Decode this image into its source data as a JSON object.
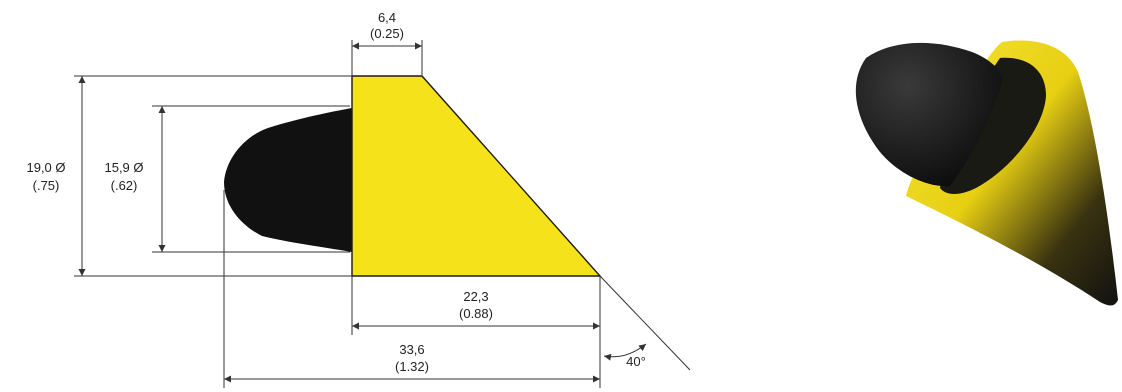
{
  "dimensions": {
    "top_width": {
      "metric": "6,4",
      "imperial": "(0.25)"
    },
    "outer_diameter": {
      "metric": "19,0 Ø",
      "imperial": "(.75)"
    },
    "inner_diameter": {
      "metric": "15,9 Ø",
      "imperial": "(.62)"
    },
    "base_length": {
      "metric": "22,3",
      "imperial": "(0.88)"
    },
    "overall_length": {
      "metric": "33,6",
      "imperial": "(1.32)"
    },
    "angle": "40°"
  },
  "colors": {
    "yellow_body": "#f6e21a",
    "black_tip": "#111111",
    "outline": "#1a1a1a",
    "dimension_line": "#333333"
  }
}
